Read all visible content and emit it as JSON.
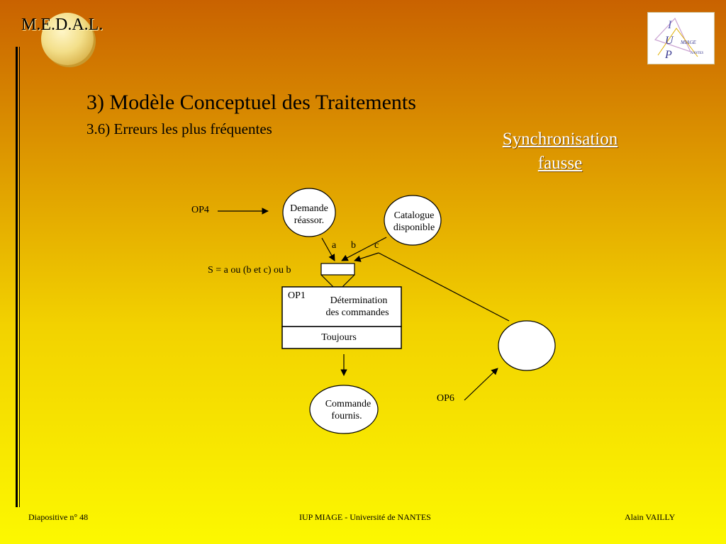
{
  "header": {
    "brand": "M.E.D.A.L.",
    "logo": {
      "name": "iup-miage-logo",
      "letters": [
        "I",
        "U",
        "P"
      ],
      "words": [
        "MIAGE",
        "NANTES"
      ]
    }
  },
  "slide": {
    "title": "3) Modèle Conceptuel des Traitements",
    "subtitle": "3.6) Erreurs les plus fréquentes",
    "highlight": [
      "Synchronisation",
      "fausse"
    ]
  },
  "diagram": {
    "op4": "OP4",
    "event_demande": [
      "Demande",
      "réassor."
    ],
    "event_catalogue": [
      "Catalogue",
      "disponible"
    ],
    "labels": {
      "a": "a",
      "b": "b",
      "c": "c"
    },
    "sync_rule": "S = a ou (b et c) ou b",
    "operation": {
      "id": "OP1",
      "name": [
        "Détermination",
        "des commandes"
      ],
      "emission_rule": "Toujours"
    },
    "event_commande": [
      "Commande",
      "fournis."
    ],
    "op6": "OP6"
  },
  "footer": {
    "slide_number": "Diapositive n° 48",
    "org": "IUP MIAGE - Université de NANTES",
    "author": "Alain VAILLY"
  },
  "colors": {
    "gradient_top": "#c96200",
    "gradient_bottom": "#fcf800",
    "highlight_text": "#ffffff"
  }
}
